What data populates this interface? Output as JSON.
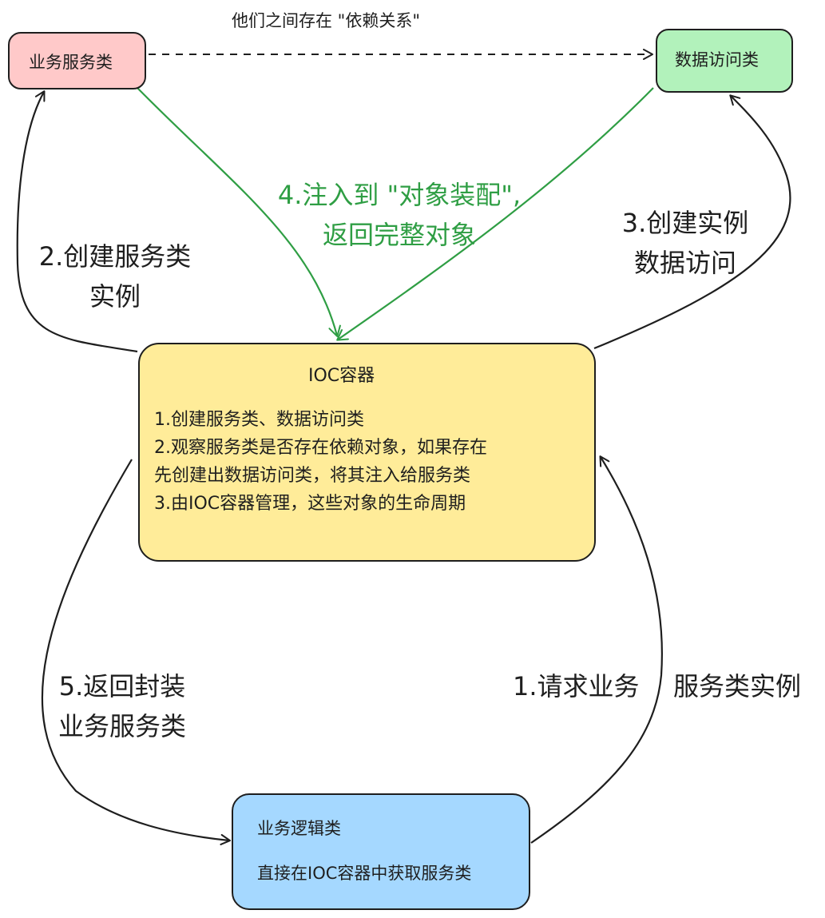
{
  "relation_label": "他们之间存在  \"依赖关系\"",
  "boxes": {
    "service": {
      "label": "业务服务类",
      "color": "#ffc9c9"
    },
    "dao": {
      "label": "数据访问类",
      "color": "#b2f2bb"
    },
    "ioc": {
      "title": "IOC容器",
      "lines": [
        "1.创建服务类、数据访问类",
        "2.观察服务类是否存在依赖对象，如果存在",
        "先创建出数据访问类，将其注入给服务类",
        "3.由IOC容器管理，这些对象的生命周期"
      ],
      "color": "#ffec99"
    },
    "logic": {
      "title": "业务逻辑类",
      "desc": "直接在IOC容器中获取服务类",
      "color": "#a5d8ff"
    }
  },
  "edges": {
    "step2": [
      "2.创建服务类",
      "实例"
    ],
    "step3": [
      "3.创建实例",
      "数据访问"
    ],
    "step4": [
      "4.注入到 \"对象装配\",",
      "返回完整对象"
    ],
    "step5": [
      "5.返回封装",
      "业务服务类"
    ],
    "step1": "1.请求业务",
    "step1b": "服务类实例"
  },
  "colors": {
    "stroke": "#1e1e1e",
    "inject": "#2f9e44"
  }
}
